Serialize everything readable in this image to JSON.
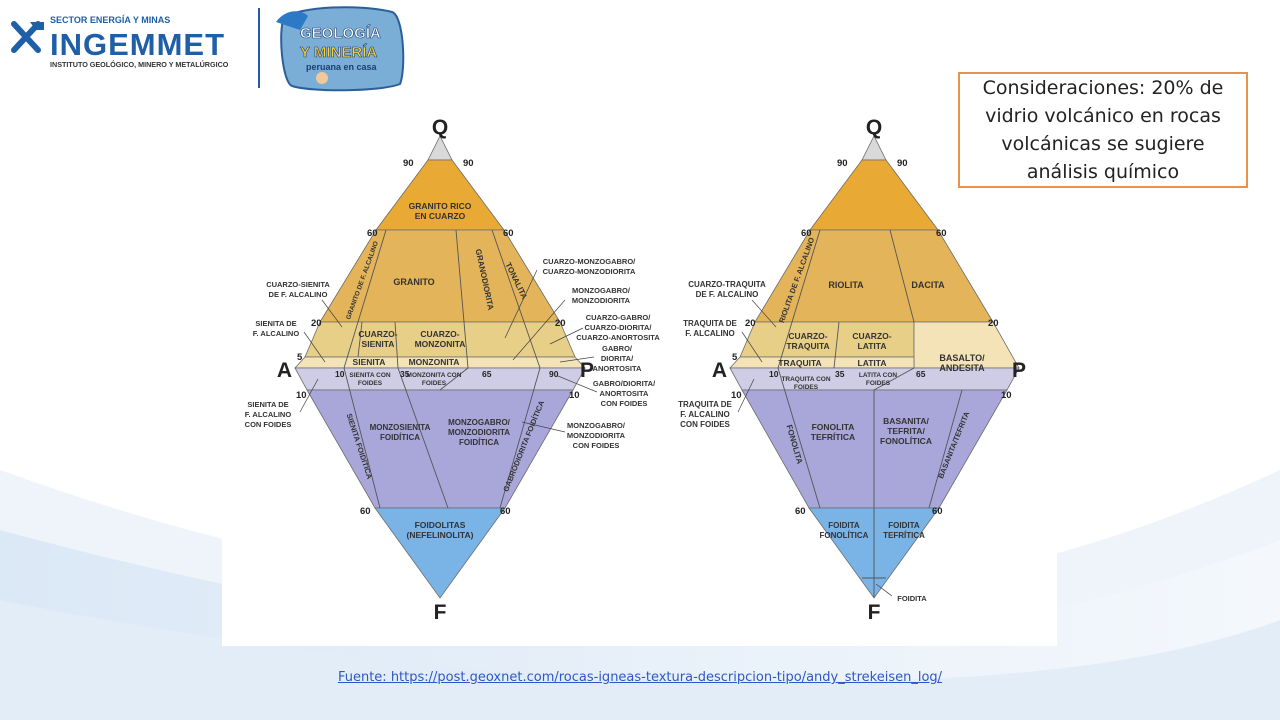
{
  "header": {
    "org_top": "SECTOR ENERGÍA Y MINAS",
    "org_name": "INGEMMET",
    "org_sub": "INSTITUTO GEOLÓGICO, MINERO Y METALÚRGICO",
    "badge_line1": "GEOLOGÍA",
    "badge_line2": "Y MINERÍA",
    "badge_line3": "peruana en casa"
  },
  "note": "Consideraciones: 20% de vidrio volcánico en rocas volcánicas se sugiere análisis químico",
  "source": "Fuente: https://post.geoxnet.com/rocas-igneas-textura-descripcion-tipo/andy_strekeisen_log/",
  "diagram": {
    "vertices": {
      "q": "Q",
      "a": "A",
      "p": "P",
      "f": "F"
    },
    "ticks": {
      "t90": "90",
      "t60": "60",
      "t20": "20",
      "t5": "5",
      "t10": "10",
      "t35": "35",
      "t65": "65"
    },
    "plutonic": {
      "granito_rico": [
        "GRANITO RICO",
        "EN CUARZO"
      ],
      "granito_alcalino": "GRANITO DE F. ALCALINO",
      "granito": "GRANITO",
      "granodiorita": "GRANODIORITA",
      "tonalita": "TONALITA",
      "cuarzo_sienita": [
        "CUARZO-",
        "SIENITA"
      ],
      "cuarzo_monzonita": [
        "CUARZO-",
        "MONZONITA"
      ],
      "sienita": "SIENITA",
      "monzonita": "MONZONITA",
      "sienita_foides": [
        "SIENITA CON",
        "FOIDES"
      ],
      "monzonita_foides": [
        "MONZONITA CON",
        "FOIDES"
      ],
      "monzosienita": [
        "MONZOSIENITA",
        "FOIDÍTICA"
      ],
      "monzogabro_foid": [
        "MONZOGABRO/",
        "MONZODIORITA",
        "FOIDÍTICA"
      ],
      "sienita_foiditica": "SIENITA FOIDÍTICA",
      "gabrodiorita_foiditica": "GABRODIORITA FOIDÍTICA",
      "foidolitas": [
        "FOIDOLITAS",
        "(NEFELINOLITA)"
      ],
      "c_cuarzo_sienita_alc": [
        "CUARZO-SIENITA",
        "DE F. ALCALINO"
      ],
      "c_sienita_alc": [
        "SIENITA DE",
        "F. ALCALINO"
      ],
      "c_sienita_alc_foides": [
        "SIENITA DE",
        "F. ALCALINO",
        "CON FOIDES"
      ],
      "c_cuarzo_monzogabro": [
        "CUARZO-MONZOGABRO/",
        "CUARZO-MONZODIORITA"
      ],
      "c_monzogabro": [
        "MONZOGABRO/",
        "MONZODIORITA"
      ],
      "c_cuarzo_gabro": [
        "CUARZO-GABRO/",
        "CUARZO-DIORITA/",
        "CUARZO-ANORTOSITA"
      ],
      "c_gabro": [
        "GABRO/",
        "DIORITA/",
        "ANORTOSITA"
      ],
      "c_gabro_foides": [
        "GABRO/DIORITA/",
        "ANORTOSITA",
        "CON FOIDES"
      ],
      "c_monzogabro_foides": [
        "MONZOGABRO/",
        "MONZODIORITA",
        "CON FOIDES"
      ]
    },
    "volcanic": {
      "riolita_alcalina": "RIOLITA DE F. ALCALINO",
      "riolita": "RIOLITA",
      "dacita": "DACITA",
      "cuarzo_traquita": [
        "CUARZO-",
        "TRAQUITA"
      ],
      "cuarzo_latita": [
        "CUARZO-",
        "LATITA"
      ],
      "traquita": "TRAQUITA",
      "latita": "LATITA",
      "basalto": [
        "BASALTO/",
        "ANDESITA"
      ],
      "traquita_foides": [
        "TRAQUITA CON",
        "FOIDES"
      ],
      "latita_foides": [
        "LATITA CON",
        "FOIDES"
      ],
      "fonolita_tefritica": [
        "FONOLITA",
        "TEFRÍTICA"
      ],
      "basanita_fonolitica": [
        "BASANITA/",
        "TEFRITA/",
        "FONOLÍTICA"
      ],
      "fonolita": "FONOLITA",
      "basanita_tefrita": "BASANITA/TEFRITA",
      "foidita_fonolitica": [
        "FOIDITA",
        "FONOLÍTICA"
      ],
      "foidita_tefritica": [
        "FOIDITA",
        "TEFRÍTICA"
      ],
      "c_cuarzo_traquita_alc": [
        "CUARZO-TRAQUITA",
        "DE F. ALCALINO"
      ],
      "c_traquita_alc": [
        "TRAQUITA DE",
        "F. ALCALINO"
      ],
      "c_traquita_alc_foides": [
        "TRAQUITA DE",
        "F. ALCALINO",
        "CON FOIDES"
      ],
      "c_foidita": "FOIDITA"
    }
  },
  "colors": {
    "orange_dark": "#e9a935",
    "orange_mid": "#e3b45a",
    "tan": "#e8cf88",
    "cream": "#f3e3b7",
    "lavender_light": "#cfcce6",
    "lavender": "#a9a7d9",
    "blue": "#7ab3e6",
    "grey_top": "#d9d9d9",
    "note_border": "#e8924c",
    "link": "#2f57c9"
  }
}
